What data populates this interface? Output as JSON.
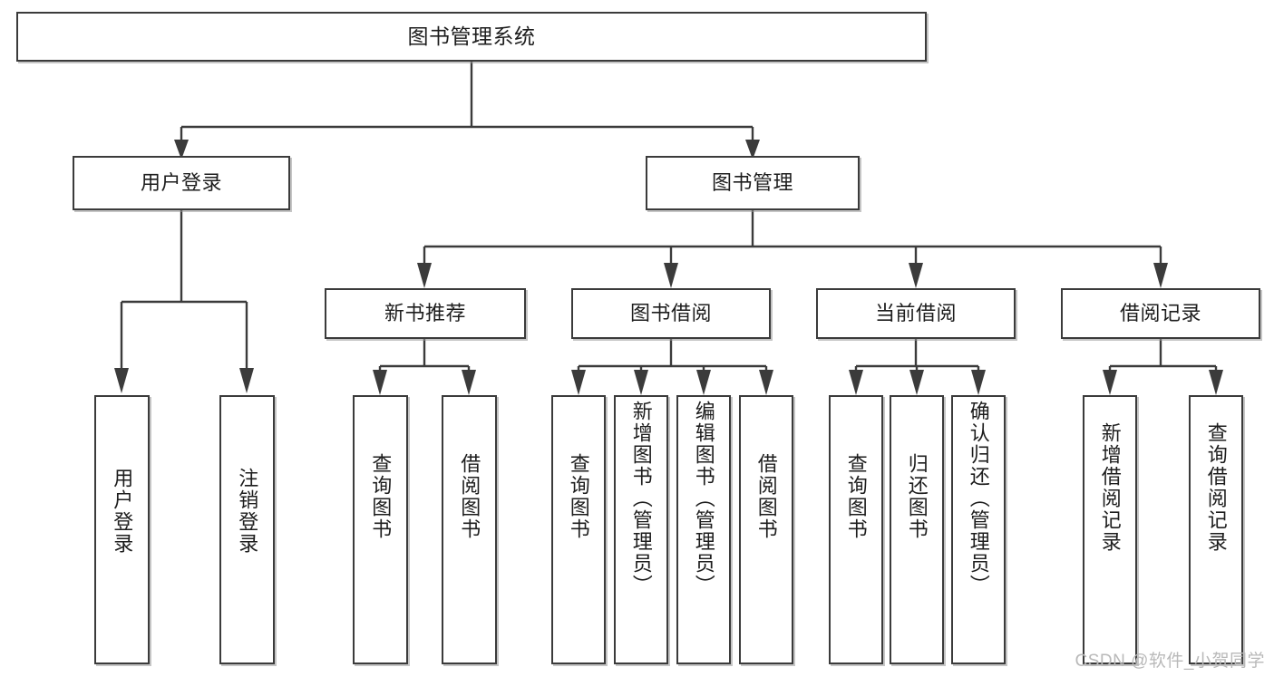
{
  "diagram": {
    "title": "图书管理系统",
    "type": "hierarchy-tree",
    "watermark": "CSDN @软件_小贺同学",
    "root": {
      "label": "图书管理系统"
    },
    "level2": [
      {
        "label": "用户登录"
      },
      {
        "label": "图书管理"
      }
    ],
    "level3": [
      {
        "label": "新书推荐"
      },
      {
        "label": "图书借阅"
      },
      {
        "label": "当前借阅"
      },
      {
        "label": "借阅记录"
      }
    ],
    "leaves": {
      "user_login": [
        {
          "label": "用户登录"
        },
        {
          "label": "注销登录"
        }
      ],
      "new_book": [
        {
          "label": "查询图书"
        },
        {
          "label": "借阅图书"
        }
      ],
      "book_borrow": [
        {
          "label": "查询图书"
        },
        {
          "label": "新增图书（管理员）"
        },
        {
          "label": "编辑图书（管理员）"
        },
        {
          "label": "借阅图书"
        }
      ],
      "current_borrow": [
        {
          "label": "查询图书"
        },
        {
          "label": "归还图书"
        },
        {
          "label": "确认归还（管理员）"
        }
      ],
      "borrow_record": [
        {
          "label": "新增借阅记录"
        },
        {
          "label": "查询借阅记录"
        }
      ]
    },
    "colors": {
      "stroke": "#3b3b3b",
      "text": "#1d1d1d",
      "background": "#ffffff",
      "watermark": "#b9b9b9"
    }
  }
}
